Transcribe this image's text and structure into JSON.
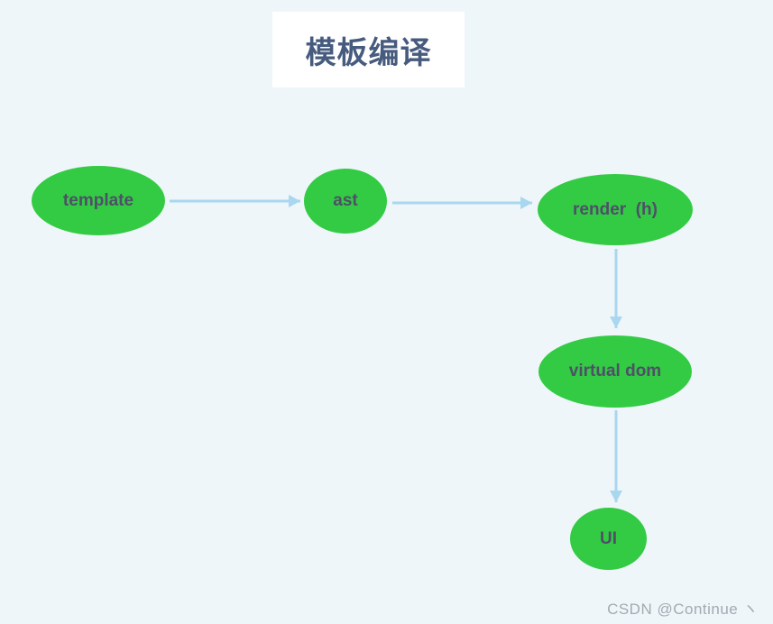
{
  "title": "模板编译",
  "nodes": [
    {
      "id": "template",
      "label": "template"
    },
    {
      "id": "ast",
      "label": "ast"
    },
    {
      "id": "render",
      "label": "render  (h)"
    },
    {
      "id": "virtual-dom",
      "label": "virtual dom"
    },
    {
      "id": "ui",
      "label": "UI"
    }
  ],
  "edges": [
    {
      "from": "template",
      "to": "ast"
    },
    {
      "from": "ast",
      "to": "render"
    },
    {
      "from": "render",
      "to": "virtual-dom"
    },
    {
      "from": "virtual-dom",
      "to": "ui"
    }
  ],
  "watermark": {
    "text": "CSDN @Continue ヽ"
  },
  "colors": {
    "background": "#eff6fa",
    "node_fill": "#33cb44",
    "node_text": "#4f4f68",
    "title_text": "#465b7e",
    "arrow": "#a8d7ef",
    "watermark_text": "#a3abb2"
  }
}
